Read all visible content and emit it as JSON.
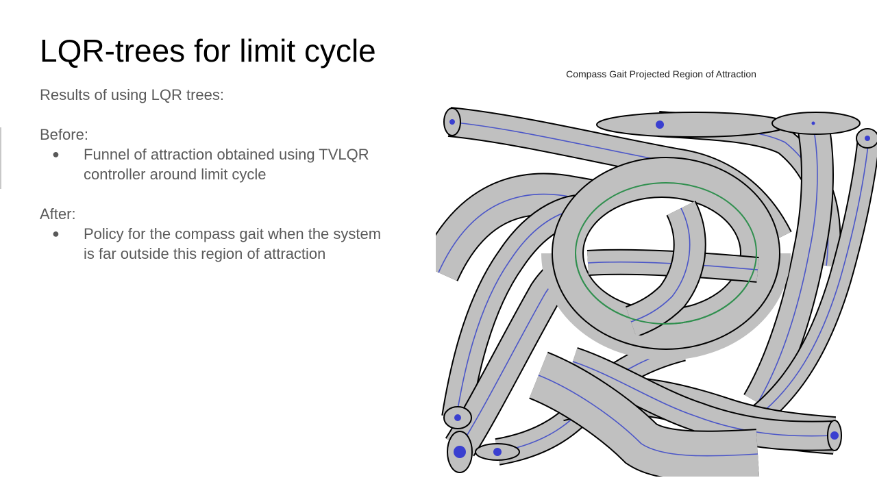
{
  "slide": {
    "title": "LQR-trees for limit cycle",
    "intro": "Results of using LQR trees:",
    "sections": [
      {
        "heading": "Before:",
        "bullets": [
          "Funnel of attraction obtained using TVLQR",
          "controller around limit cycle"
        ]
      },
      {
        "heading": "After:",
        "bullets": [
          "Policy for the compass gait when the system",
          "is far outside this region of attraction"
        ]
      }
    ],
    "bullet_symbol": "●"
  },
  "figure": {
    "title": "Compass Gait Projected Region of Attraction",
    "colors": {
      "tube_fill": "#c0c0c0",
      "tube_edge": "#000000",
      "trajectory": "#4a55c8",
      "limit_cycle": "#2f8f4e",
      "marker": "#3a3fd0"
    }
  }
}
